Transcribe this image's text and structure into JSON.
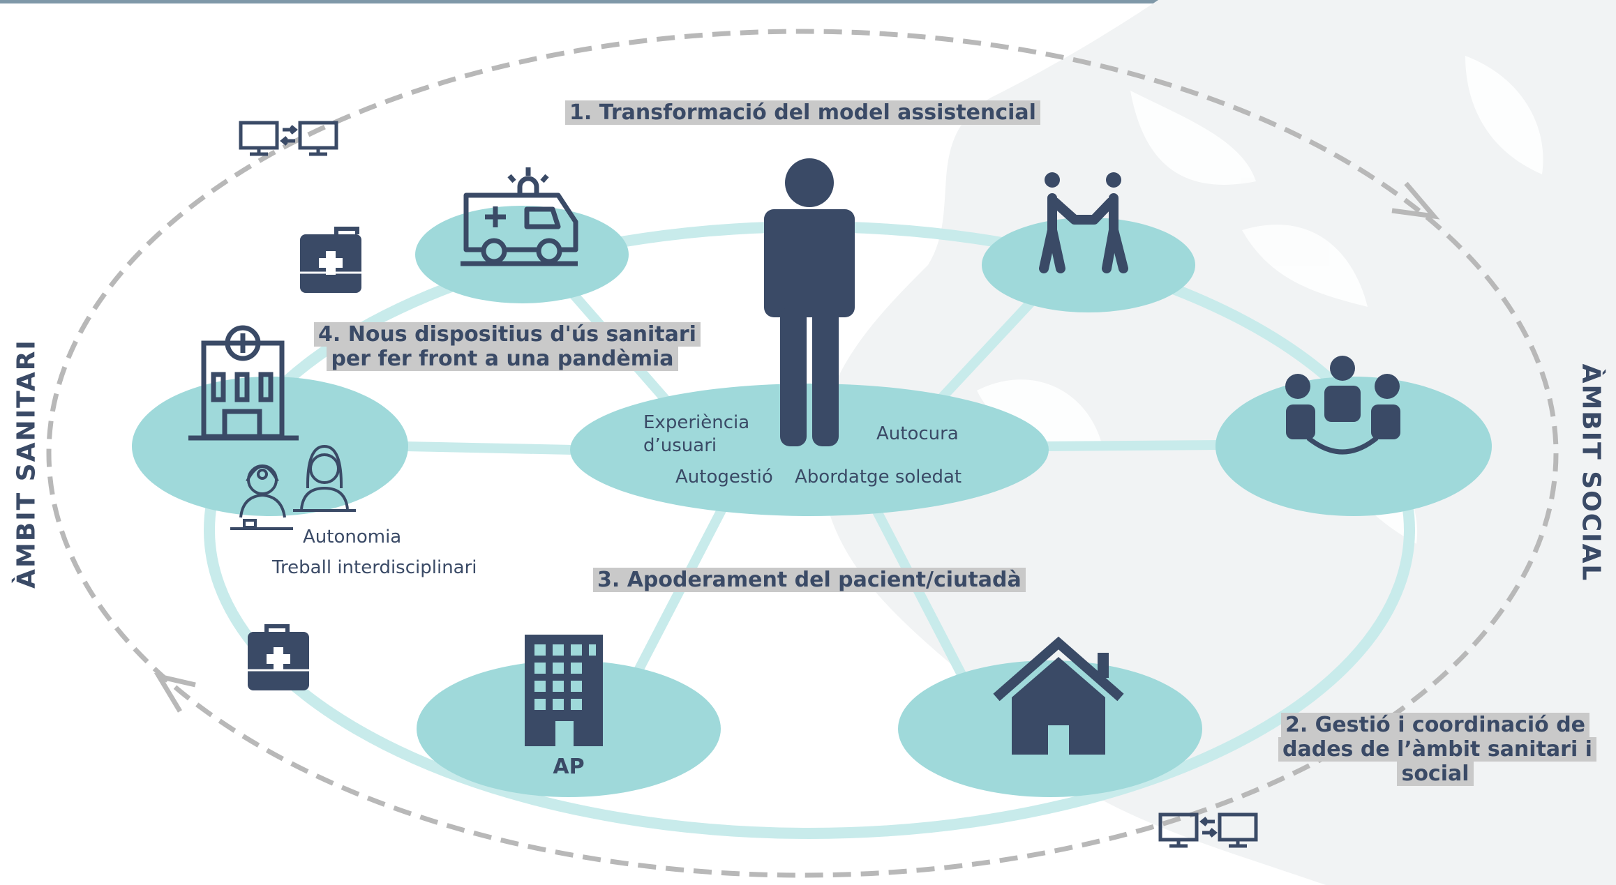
{
  "labels": {
    "model": "1. Transformació del model assistencial",
    "data_mgmt": [
      "2. Gestió i coordinació de",
      "dades de l’àmbit sanitari i",
      "social"
    ],
    "empowerment": "3. Apoderament del pacient/ciutadà",
    "devices": [
      "4. Nous dispositius d'ús sanitari",
      "per fer front a una pandèmia"
    ]
  },
  "sides": {
    "left": "ÀMBIT SANITARI",
    "right": "ÀMBIT SOCIAL"
  },
  "center": {
    "experiencia": [
      "Experiència",
      "d’usuari"
    ],
    "autocura": "Autocura",
    "autogestio": "Autogestió",
    "soledat": "Abordatge soledat"
  },
  "hospital_node": {
    "autonomia": "Autonomia",
    "treball": "Treball interdisciplinari"
  },
  "ap_label": "AP",
  "colors": {
    "navy": "#3a4a66",
    "teal": "#9fd9da",
    "teal_line": "#c8ebeb",
    "dash": "#b8b8b8",
    "label_bg": "#c9c9c9"
  },
  "icons": [
    "ambulance-icon",
    "handshake-icon",
    "person-icon",
    "group-icon",
    "hospital-icon",
    "doctors-icon",
    "office-building-icon",
    "house-icon",
    "medical-kit-icon",
    "computer-transfer-icon"
  ]
}
